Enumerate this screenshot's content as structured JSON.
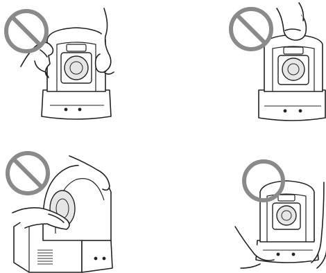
{
  "illustrations": [
    {
      "id": "grip-by-camera-head",
      "marker": "prohibited",
      "marker_color": "#8a8a8a"
    },
    {
      "id": "lift-by-top-of-head",
      "marker": "prohibited",
      "marker_color": "#8a8a8a"
    },
    {
      "id": "hold-by-head-and-lens",
      "marker": "prohibited",
      "marker_color": "#8a8a8a"
    },
    {
      "id": "hold-by-base",
      "marker": "correct",
      "marker_color": "#8a8a8a"
    }
  ],
  "colors": {
    "line": "#222222",
    "marker": "#8a8a8a",
    "lens_fill": "#e6e6e6",
    "vent": "#333333"
  },
  "icons": [
    "prohibited-icon",
    "correct-icon",
    "camera-icon",
    "hand-icon"
  ]
}
